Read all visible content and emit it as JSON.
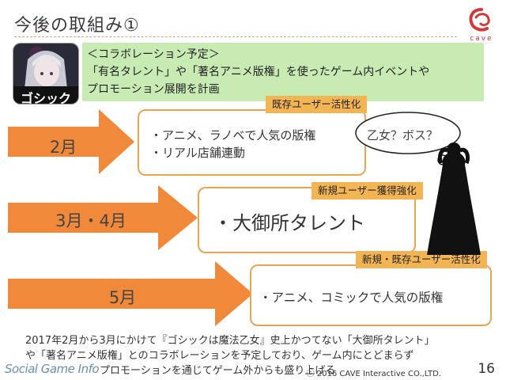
{
  "slide": {
    "title": "今後の取組み①",
    "logo_text": "cave",
    "page_number": "16",
    "copyright": "ⓒ 2016 CAVE Interactive CO.,LTD.",
    "watermark": "Social Game Info"
  },
  "collab_panel": {
    "line1": "＜コラボレーション予定＞",
    "line2": "「有名タレント」や「著名アニメ版権」を使ったゲーム内イベントや",
    "line3": "プロモーション展開を計画"
  },
  "app_icon": {
    "logo_text": "ゴシック"
  },
  "timeline": [
    {
      "month": "2月",
      "tag": "既存ユーザー活性化",
      "bullets": [
        "・アニメ、ラノベで人気の版権",
        "・リアル店舗連動"
      ]
    },
    {
      "month": "3月・4月",
      "tag": "新規ユーザー獲得強化",
      "bullets": [
        "・大御所タレント"
      ]
    },
    {
      "month": "5月",
      "tag": "新規・既存ユーザー活性化",
      "bullets": [
        "・アニメ、コミックで人気の版権"
      ]
    }
  ],
  "thought_bubble": {
    "text": "乙女？ボス？"
  },
  "footer": {
    "line1": "2017年2月から3月にかけて『ゴシックは魔法乙女』史上かつてない「大御所タレント」",
    "line2": "や「著名アニメ版権」とのコラボレーションを予定しており、ゲーム内にとどまらず",
    "line3": "プロモーションを通じてゲーム外からも盛り上げる"
  },
  "colors": {
    "accent_orange": "#f0893a",
    "box_border": "#e8a550",
    "tag_fill": "#f3b554",
    "panel_green": "#c8ebb3",
    "logo_red": "#d23a3a"
  }
}
